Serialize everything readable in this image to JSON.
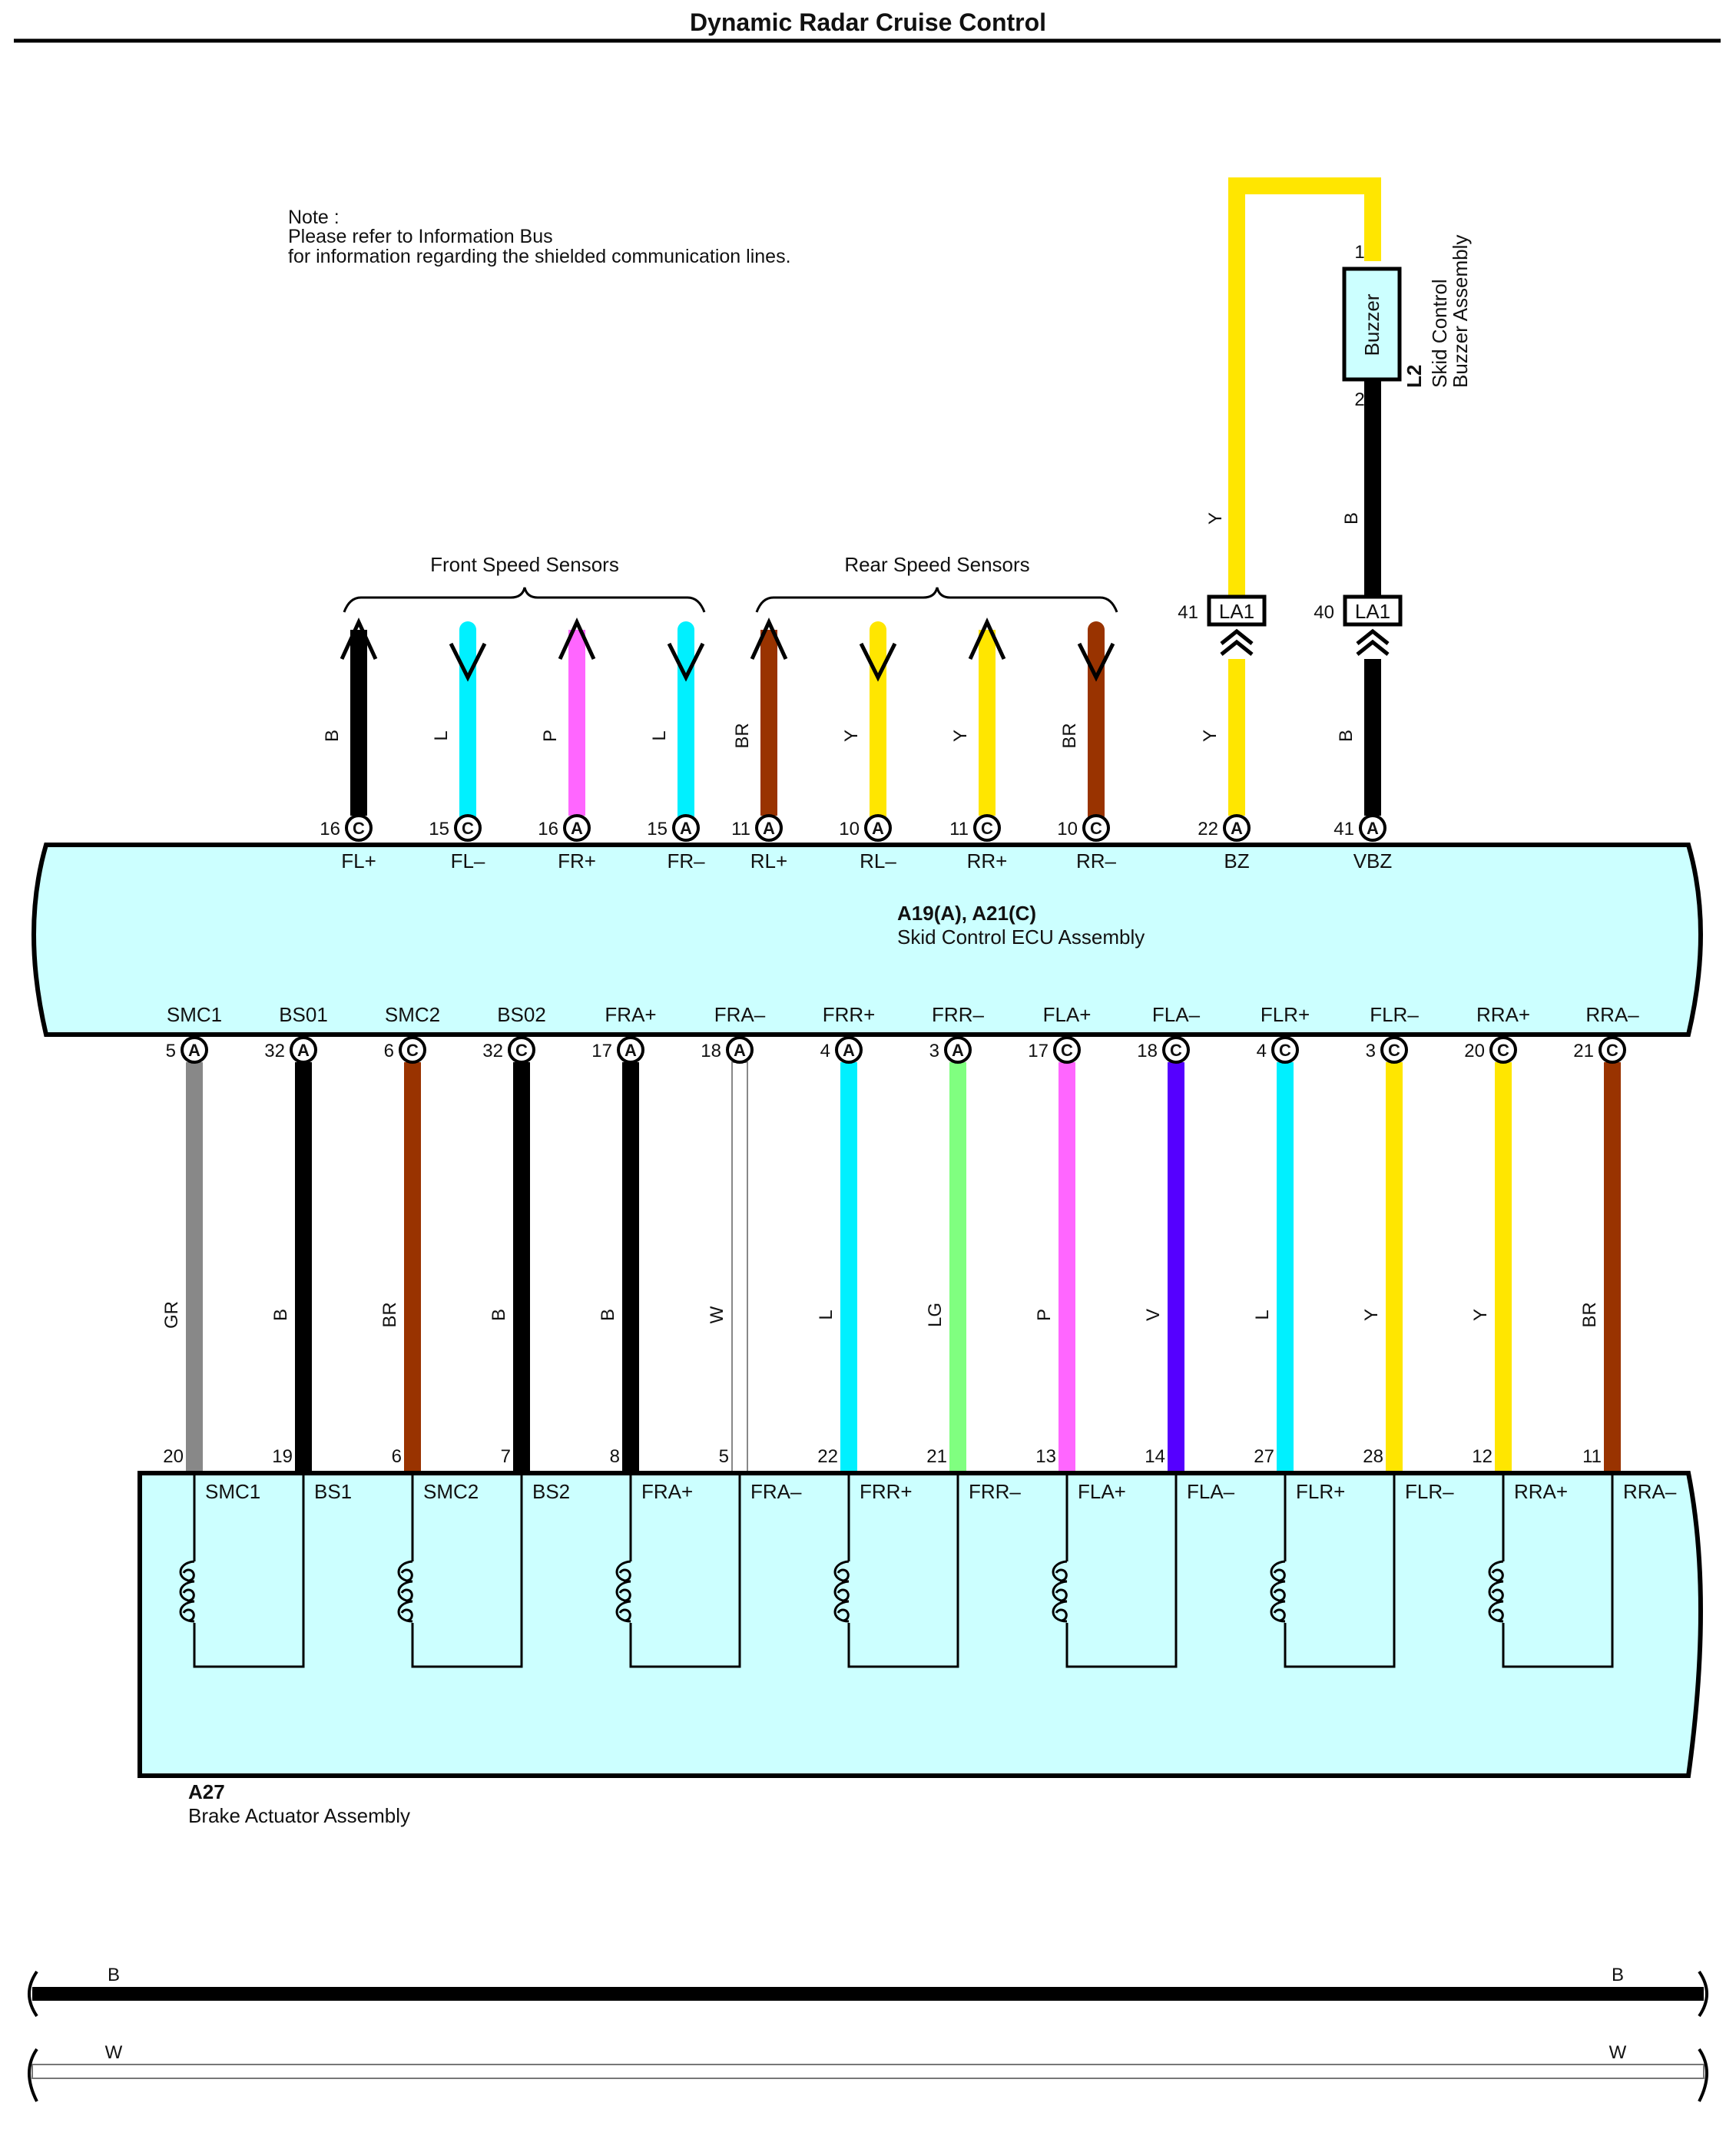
{
  "title": "Dynamic Radar Cruise Control",
  "note": {
    "line1": "Note :",
    "line2": "Please refer to Information Bus",
    "line3": "for information regarding the shielded communication lines."
  },
  "colors": {
    "B": "#000000",
    "L": "#00f0ff",
    "P": "#ff66ff",
    "BR": "#993300",
    "Y": "#ffe600",
    "GR": "#888888",
    "W": "#ffffff",
    "LG": "#80ff80",
    "V": "#5500ff",
    "box_fill": "#ccffff"
  },
  "groups": {
    "front": "Front Speed Sensors",
    "rear": "Rear Speed Sensors"
  },
  "ecu": {
    "id": "A19(A), A21(C)",
    "name": "Skid Control ECU Assembly"
  },
  "actuator": {
    "id": "A27",
    "name": "Brake Actuator Assembly"
  },
  "buzzer": {
    "label": "Buzzer",
    "id": "L2",
    "name_line1": "Skid Control",
    "name_line2": "Buzzer Assembly",
    "pin_top": "1",
    "pin_bottom": "2"
  },
  "top_wires": [
    {
      "pin": "16",
      "conn": "C",
      "term": "FL+",
      "color": "B",
      "arrow": "up"
    },
    {
      "pin": "15",
      "conn": "C",
      "term": "FL–",
      "color": "L",
      "arrow": "down"
    },
    {
      "pin": "16",
      "conn": "A",
      "term": "FR+",
      "color": "P",
      "arrow": "up"
    },
    {
      "pin": "15",
      "conn": "A",
      "term": "FR–",
      "color": "L",
      "arrow": "down"
    },
    {
      "pin": "11",
      "conn": "A",
      "term": "RL+",
      "color": "BR",
      "arrow": "up"
    },
    {
      "pin": "10",
      "conn": "A",
      "term": "RL–",
      "color": "Y",
      "arrow": "down"
    },
    {
      "pin": "11",
      "conn": "C",
      "term": "RR+",
      "color": "Y",
      "arrow": "up"
    },
    {
      "pin": "10",
      "conn": "C",
      "term": "RR–",
      "color": "BR",
      "arrow": "down"
    },
    {
      "pin": "22",
      "conn": "A",
      "term": "BZ",
      "color": "Y",
      "arrow": "none"
    },
    {
      "pin": "41",
      "conn": "A",
      "term": "VBZ",
      "color": "B",
      "arrow": "none"
    }
  ],
  "junctions": [
    {
      "pin": "41",
      "label": "LA1",
      "color_above": "Y",
      "color_below": "Y"
    },
    {
      "pin": "40",
      "label": "LA1",
      "color_above": "B",
      "color_below": "B"
    }
  ],
  "bottom_wires": [
    {
      "term": "SMC1",
      "pin": "5",
      "conn": "A",
      "color": "GR",
      "act_pin": "20"
    },
    {
      "term": "BS01",
      "pin": "32",
      "conn": "A",
      "color": "B",
      "act_pin": "19"
    },
    {
      "term": "SMC2",
      "pin": "6",
      "conn": "C",
      "color": "BR",
      "act_pin": "6"
    },
    {
      "term": "BS02",
      "pin": "32",
      "conn": "C",
      "color": "B",
      "act_pin": "7"
    },
    {
      "term": "FRA+",
      "pin": "17",
      "conn": "A",
      "color": "B",
      "act_pin": "8"
    },
    {
      "term": "FRA–",
      "pin": "18",
      "conn": "A",
      "color": "W",
      "act_pin": "5"
    },
    {
      "term": "FRR+",
      "pin": "4",
      "conn": "A",
      "color": "L",
      "act_pin": "22"
    },
    {
      "term": "FRR–",
      "pin": "3",
      "conn": "A",
      "color": "LG",
      "act_pin": "21"
    },
    {
      "term": "FLA+",
      "pin": "17",
      "conn": "C",
      "color": "P",
      "act_pin": "13"
    },
    {
      "term": "FLA–",
      "pin": "18",
      "conn": "C",
      "color": "V",
      "act_pin": "14"
    },
    {
      "term": "FLR+",
      "pin": "4",
      "conn": "C",
      "color": "L",
      "act_pin": "27"
    },
    {
      "term": "FLR–",
      "pin": "3",
      "conn": "C",
      "color": "Y",
      "act_pin": "28"
    },
    {
      "term": "RRA+",
      "pin": "20",
      "conn": "C",
      "color": "Y",
      "act_pin": "12"
    },
    {
      "term": "RRA–",
      "pin": "21",
      "conn": "C",
      "color": "BR",
      "act_pin": "11"
    }
  ],
  "actuator_terms": [
    "SMC1",
    "BS1",
    "SMC2",
    "BS2",
    "FRA+",
    "FRA–",
    "FRR+",
    "FRR–",
    "FLA+",
    "FLA–",
    "FLR+",
    "FLR–",
    "RRA+",
    "RRA–"
  ],
  "legend": [
    {
      "label": "B",
      "color": "B"
    },
    {
      "label": "W",
      "color": "W"
    }
  ]
}
